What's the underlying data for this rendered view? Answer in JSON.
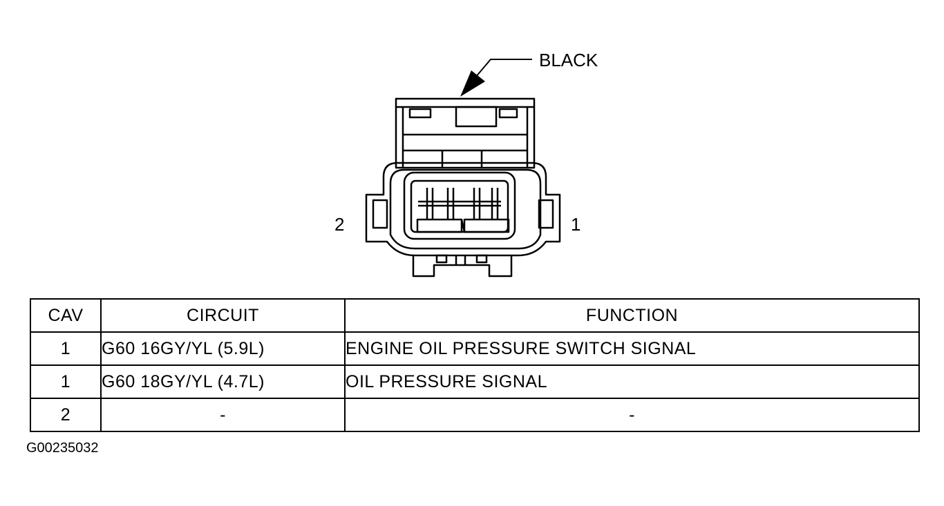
{
  "connector": {
    "color_label": "BLACK",
    "pin_left_label": "2",
    "pin_right_label": "1"
  },
  "table": {
    "headers": {
      "cav": "CAV",
      "circuit": "CIRCUIT",
      "function": "FUNCTION"
    },
    "rows": [
      {
        "cav": "1",
        "circuit": "G60 16GY/YL (5.9L)",
        "function": "ENGINE OIL PRESSURE SWITCH SIGNAL"
      },
      {
        "cav": "1",
        "circuit": "G60 18GY/YL (4.7L)",
        "function": "OIL PRESSURE SIGNAL"
      },
      {
        "cav": "2",
        "circuit": "-",
        "function": "-"
      }
    ]
  },
  "figure_id": "G00235032"
}
